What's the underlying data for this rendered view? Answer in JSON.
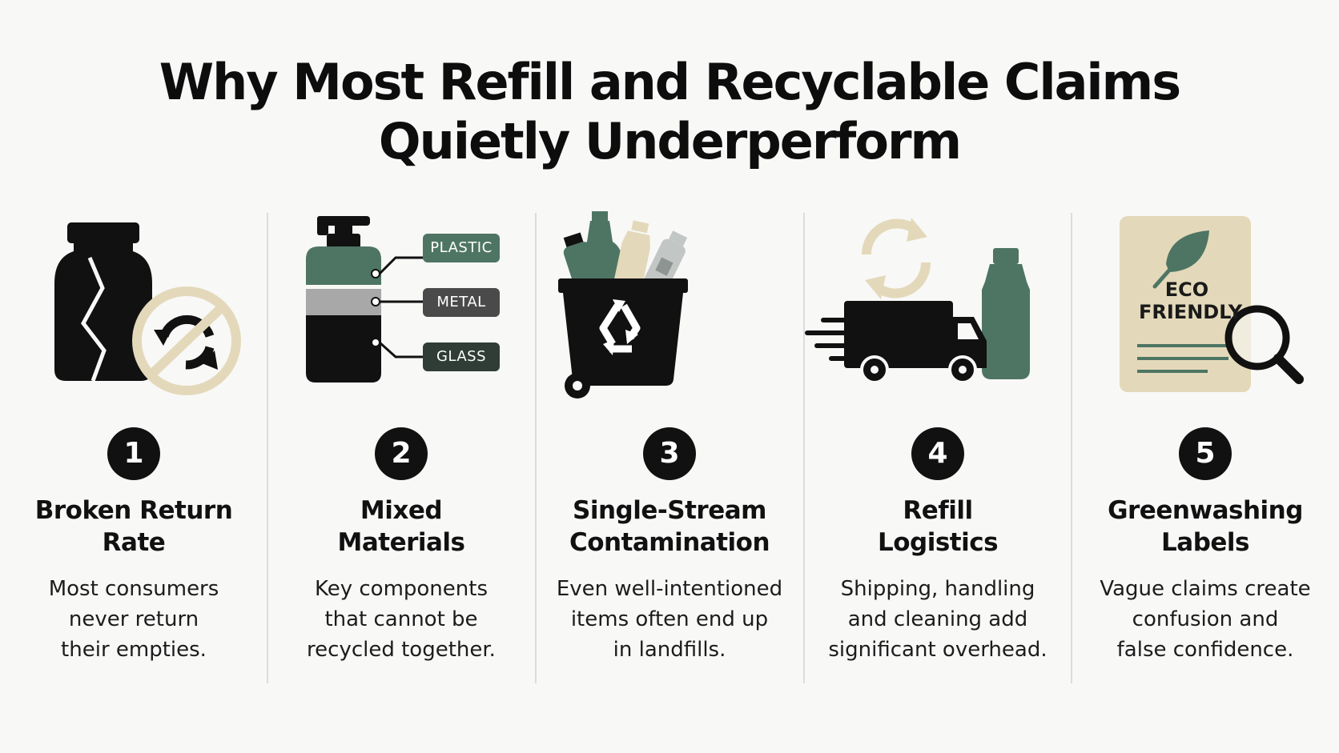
{
  "title": {
    "line1": "Why Most Refill and Recyclable Claims",
    "line2": "Quietly Underperform"
  },
  "colors": {
    "green": "#4e7564",
    "beige": "#e3d9ba",
    "dark": "#111111",
    "gray": "#a8a8a8"
  },
  "columns": [
    {
      "number": "1",
      "heading_line1": "Broken Return",
      "heading_line2": "Rate",
      "desc_line1": "Most consumers",
      "desc_line2": "never return",
      "desc_line3": "their empties.",
      "icon": "cracked-jar-no-return-icon"
    },
    {
      "number": "2",
      "heading_line1": "Mixed",
      "heading_line2": "Materials",
      "desc_line1": "Key components",
      "desc_line2": "that cannot be",
      "desc_line3": "recycled together.",
      "icon": "pump-bottle-materials-icon",
      "tags": [
        "PLASTIC",
        "METAL",
        "GLASS"
      ]
    },
    {
      "number": "3",
      "heading_line1": "Single-Stream",
      "heading_line2": "Contamination",
      "desc_line1": "Even well-intentioned",
      "desc_line2": "items often end up",
      "desc_line3": "in landfills.",
      "icon": "recycling-bin-icon"
    },
    {
      "number": "4",
      "heading_line1": "Refill",
      "heading_line2": "Logistics",
      "desc_line1": "Shipping, handling",
      "desc_line2": "and cleaning add",
      "desc_line3": "significant overhead.",
      "icon": "delivery-truck-refill-icon"
    },
    {
      "number": "5",
      "heading_line1": "Greenwashing",
      "heading_line2": "Labels",
      "desc_line1": "Vague claims create",
      "desc_line2": "confusion and",
      "desc_line3": "false confidence.",
      "icon": "eco-label-magnifier-icon",
      "label_line1": "ECO",
      "label_line2": "FRIENDLY"
    }
  ]
}
